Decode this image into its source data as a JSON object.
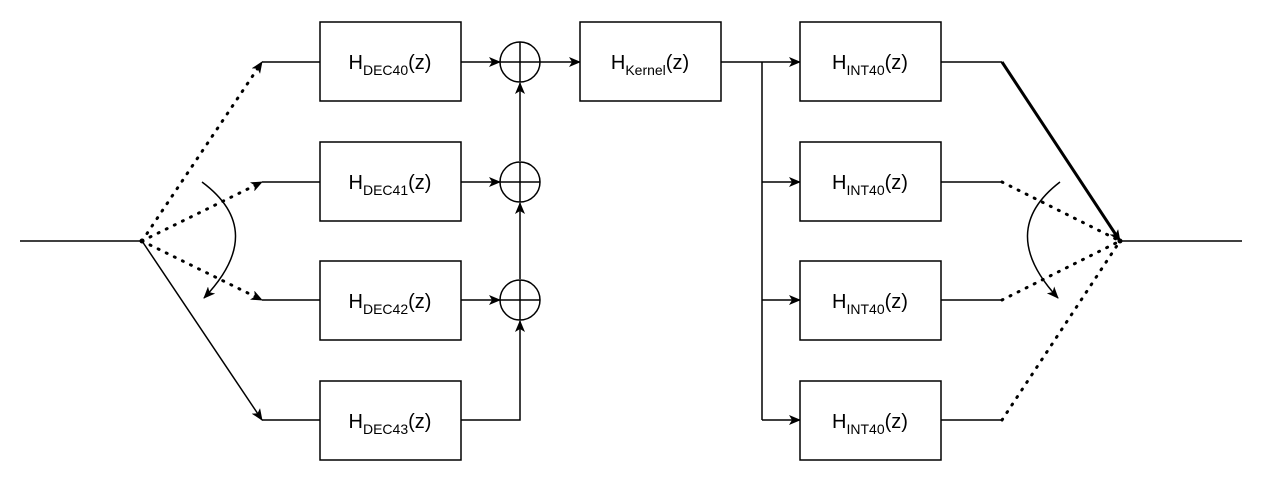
{
  "colors": {
    "stroke": "#000000",
    "background": "#ffffff"
  },
  "decimation_filters": [
    {
      "base": "H",
      "sub": "DEC40",
      "suffix": "(z)"
    },
    {
      "base": "H",
      "sub": "DEC41",
      "suffix": "(z)"
    },
    {
      "base": "H",
      "sub": "DEC42",
      "suffix": "(z)"
    },
    {
      "base": "H",
      "sub": "DEC43",
      "suffix": "(z)"
    }
  ],
  "kernel_filter": {
    "base": "H",
    "sub": "Kernel",
    "suffix": "(z)"
  },
  "interpolation_filters": [
    {
      "base": "H",
      "sub": "INT40",
      "suffix": "(z)"
    },
    {
      "base": "H",
      "sub": "INT40",
      "suffix": "(z)"
    },
    {
      "base": "H",
      "sub": "INT40",
      "suffix": "(z)"
    },
    {
      "base": "H",
      "sub": "INT40",
      "suffix": "(z)"
    }
  ]
}
